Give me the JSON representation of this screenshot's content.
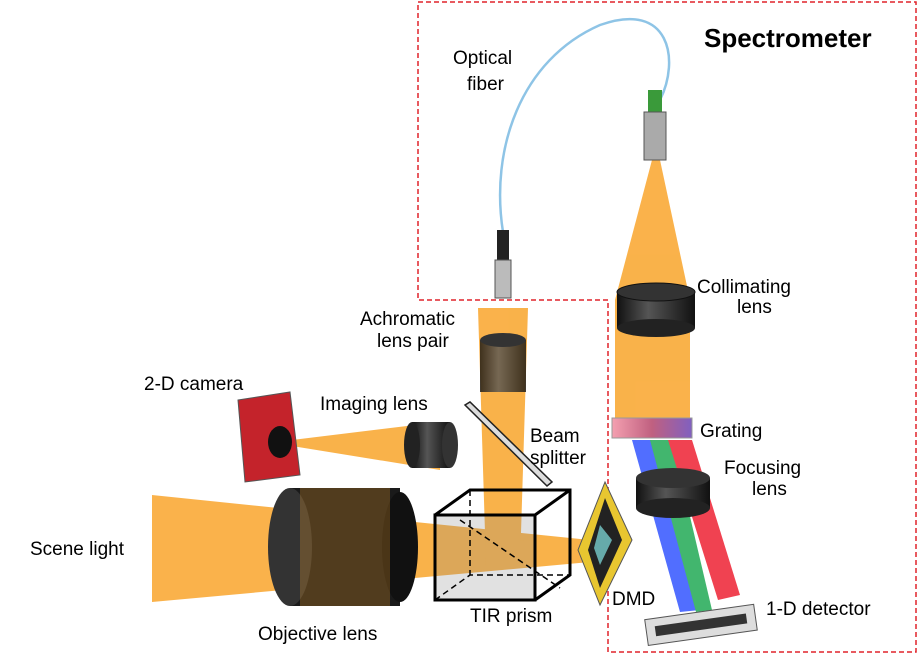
{
  "labels": {
    "spectrometer": "Spectrometer",
    "optical_fiber": [
      "Optical",
      "fiber"
    ],
    "collimating_lens": [
      "Collimating",
      "lens"
    ],
    "achromatic_lens_pair": [
      "Achromatic",
      "lens pair"
    ],
    "camera_2d": "2-D camera",
    "imaging_lens": "Imaging lens",
    "beam_splitter": [
      "Beam",
      "splitter"
    ],
    "grating": "Grating",
    "focusing_lens": [
      "Focusing",
      "lens"
    ],
    "scene_light": "Scene light",
    "objective_lens": "Objective lens",
    "tir_prism": "TIR prism",
    "dmd": "DMD",
    "detector_1d": "1-D detector"
  },
  "colors": {
    "beam": "#F9A52B",
    "enclosure": "#E0242B",
    "camera_body": "#C4232B",
    "fiber": "#8EC4E6"
  }
}
